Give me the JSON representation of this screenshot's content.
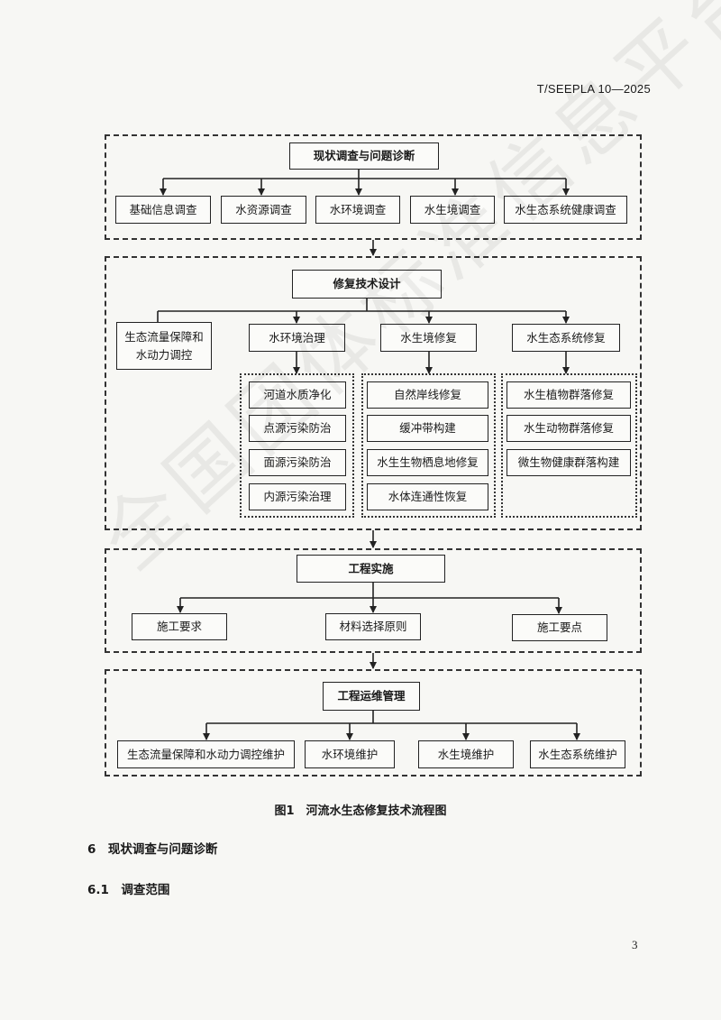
{
  "header": {
    "doc_code": "T/SEEPLA 10—2025"
  },
  "flowchart": {
    "survey": {
      "title": "现状调查与问题诊断",
      "items": [
        "基础信息调查",
        "水资源调查",
        "水环境调查",
        "水生境调查",
        "水生态系统健康调查"
      ]
    },
    "design": {
      "title": "修复技术设计",
      "flow_box": [
        "生态流量保障和",
        "水动力调控"
      ],
      "branches": [
        {
          "title": "水环境治理",
          "items": [
            "河道水质净化",
            "点源污染防治",
            "面源污染防治",
            "内源污染治理"
          ]
        },
        {
          "title": "水生境修复",
          "items": [
            "自然岸线修复",
            "缓冲带构建",
            "水生生物栖息地修复",
            "水体连通性恢复"
          ]
        },
        {
          "title": "水生态系统修复",
          "items": [
            "水生植物群落修复",
            "水生动物群落修复",
            "微生物健康群落构建"
          ]
        }
      ]
    },
    "implementation": {
      "title": "工程实施",
      "items": [
        "施工要求",
        "材料选择原则",
        "施工要点"
      ]
    },
    "maintenance": {
      "title": "工程运维管理",
      "items": [
        "生态流量保障和水动力调控维护",
        "水环境维护",
        "水生境维护",
        "水生态系统维护"
      ]
    }
  },
  "caption": "图1　河流水生态修复技术流程图",
  "sections": {
    "s6": "6　现状调查与问题诊断",
    "s6_1": "6.1　调查范围"
  },
  "page_number": "3",
  "watermark": "全国团体标准信息平台"
}
